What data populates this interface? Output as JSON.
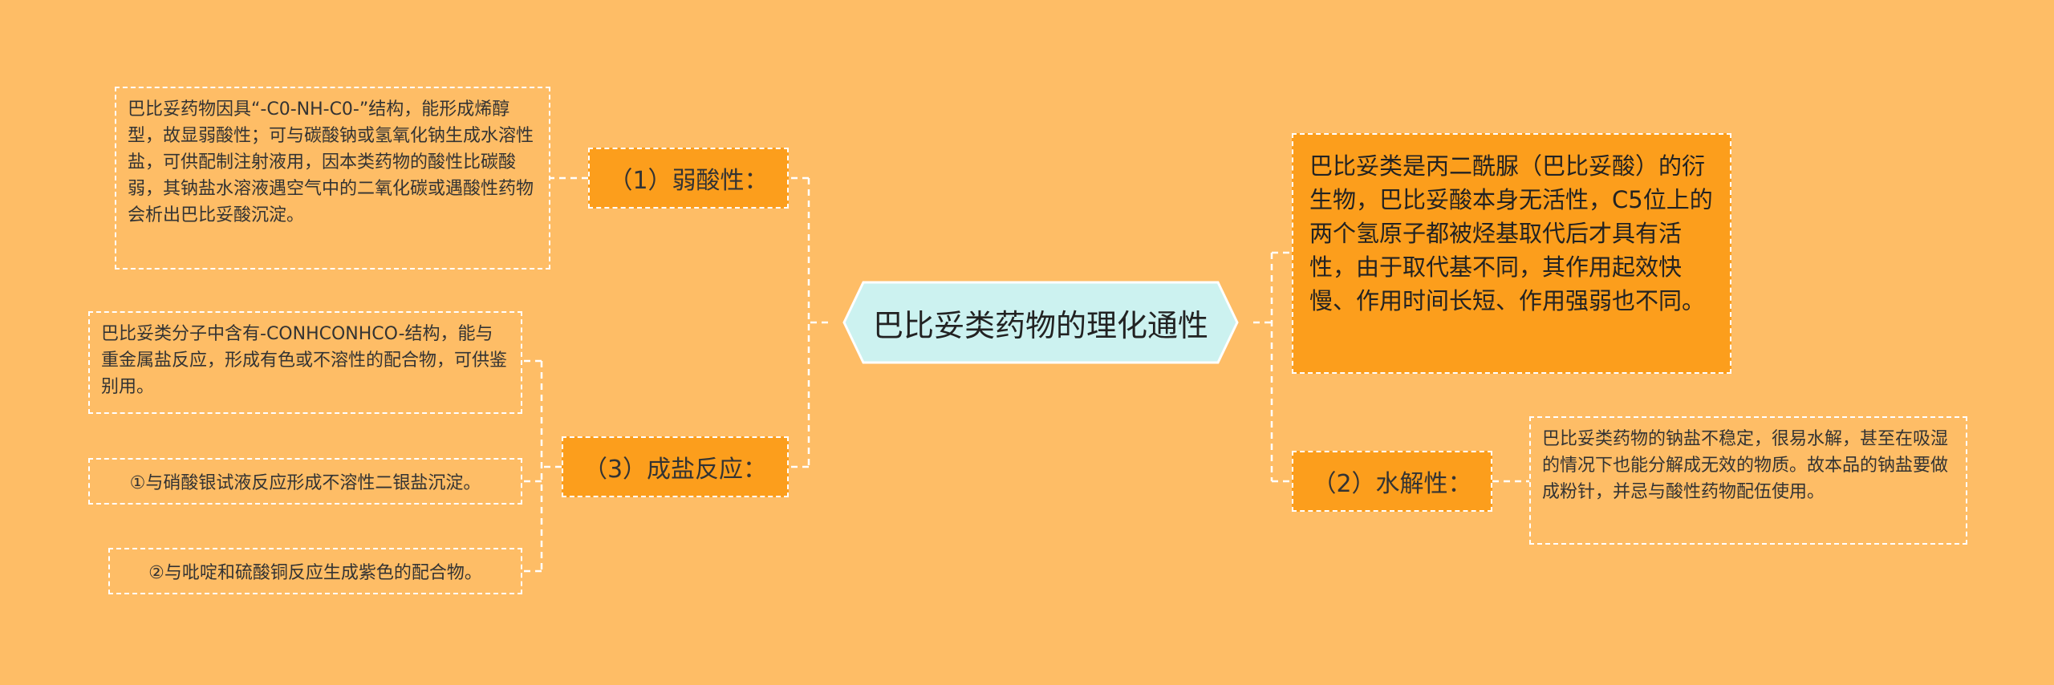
{
  "mindmap": {
    "root": {
      "label": "巴比妥类药物的理化通性"
    },
    "right": {
      "intro": {
        "text": "巴比妥类是丙二酰脲（巴比妥酸）的衍生物，巴比妥酸本身无活性，C5位上的两个氢原子都被烃基取代后才具有活性，由于取代基不同，其作用起效快慢、作用时间长短、作用强弱也不同。"
      },
      "hydrolysis": {
        "label": "（2）水解性：",
        "detail": "巴比妥类药物的钠盐不稳定，很易水解，甚至在吸湿的情况下也能分解成无效的物质。故本品的钠盐要做成粉针，并忌与酸性药物配伍使用。"
      }
    },
    "left": {
      "weak_acid": {
        "label": "（1）弱酸性：",
        "detail": "巴比妥药物因具“-C0-NH-C0-”结构，能形成烯醇型，故显弱酸性；可与碳酸钠或氢氧化钠生成水溶性盐，可供配制注射液用，因本类药物的酸性比碳酸弱，其钠盐水溶液遇空气中的二氧化碳或遇酸性药物会析出巴比妥酸沉淀。"
      },
      "salt_reaction": {
        "label": "（3）成盐反应：",
        "details": [
          "巴比妥类分子中含有-CONHCONHCO-结构，能与重金属盐反应，形成有色或不溶性的配合物，可供鉴别用。",
          "①与硝酸银试液反应形成不溶性二银盐沉淀。",
          "②与吡啶和硫酸铜反应生成紫色的配合物。"
        ]
      }
    }
  },
  "colors": {
    "background": "#FEBD66",
    "root_fill": "#CCF2F0",
    "branch_fill": "#FC9E1C",
    "connector": "#FFFFFF"
  }
}
